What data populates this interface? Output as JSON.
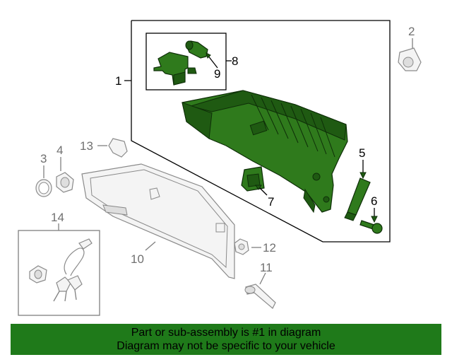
{
  "diagram": {
    "callouts": {
      "c1": "1",
      "c2": "2",
      "c3": "3",
      "c4": "4",
      "c5": "5",
      "c6": "6",
      "c7": "7",
      "c8": "8",
      "c9": "9",
      "c10": "10",
      "c11": "11",
      "c12": "12",
      "c13": "13",
      "c14": "14"
    },
    "highlight_color": "#2f7a1c",
    "secondary_part_color": "#f4f4f4"
  },
  "footer": {
    "line1": "Part or sub-assembly is #1 in diagram",
    "line2": "Diagram may not be specific to your vehicle",
    "background_color": "#1f7a1a"
  }
}
